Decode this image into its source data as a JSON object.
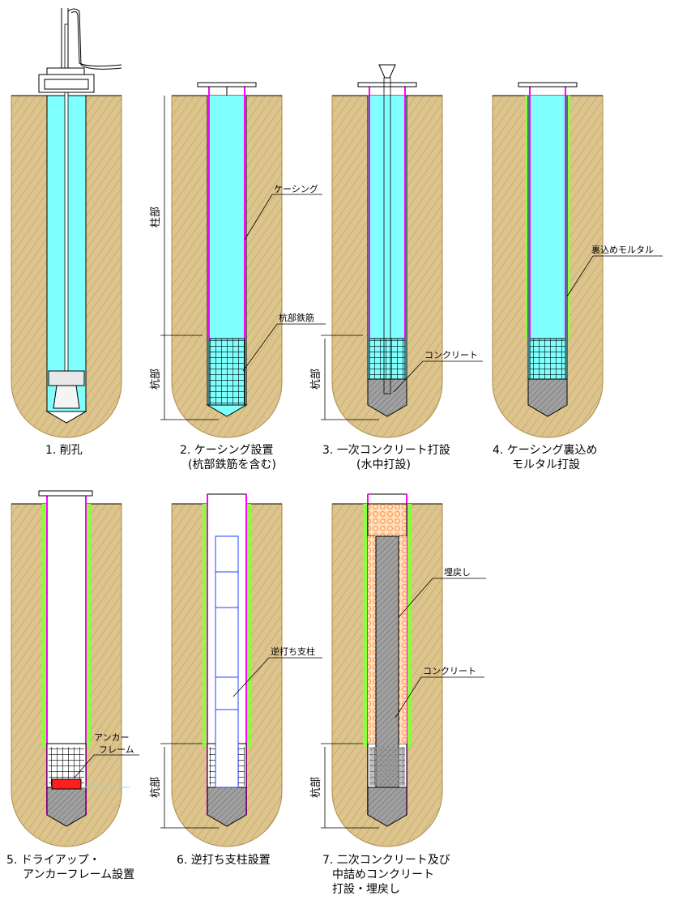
{
  "steps": [
    {
      "caption": [
        "1. 削孔"
      ]
    },
    {
      "caption": [
        "2. ケーシング設置",
        "(杭部鉄筋を含む)"
      ]
    },
    {
      "caption": [
        "3. 一次コンクリート打設",
        "(水中打設)"
      ]
    },
    {
      "caption": [
        "4. ケーシング裏込め",
        "モルタル打設"
      ]
    },
    {
      "caption": [
        "5. ドライアップ・",
        "アンカーフレーム設置"
      ]
    },
    {
      "caption": [
        "6. 逆打ち支柱設置"
      ]
    },
    {
      "caption": [
        "7. 二次コンクリート及び",
        "中詰めコンクリート",
        "打設・埋戻し"
      ]
    }
  ],
  "labels": {
    "casing": "ケーシング",
    "pile_rebar": "杭部鉄筋",
    "concrete": "コンクリート",
    "backfill_mortar": "裏込めモルタル",
    "anchor_frame_1": "アンカー",
    "anchor_frame_2": "フレーム",
    "reverse_column": "逆打ち支柱",
    "backfill": "埋戻し",
    "concrete_2": "コンクリート"
  },
  "dimensions": {
    "column_part": "柱部",
    "pile_part": "杭部"
  },
  "colors": {
    "soil": "#dcc48c",
    "water": "#80ffff",
    "casing": "#ff00ff",
    "mortar": "#8cff3c",
    "concrete": "#9a9a9a",
    "frame_red": "#ff1e1e",
    "column_blue": "#2040ff",
    "backfill_orange": "#ffa860"
  },
  "icons": [
    "drill-rig-icon",
    "tremie-hopper-icon",
    "casing-cap-icon"
  ]
}
